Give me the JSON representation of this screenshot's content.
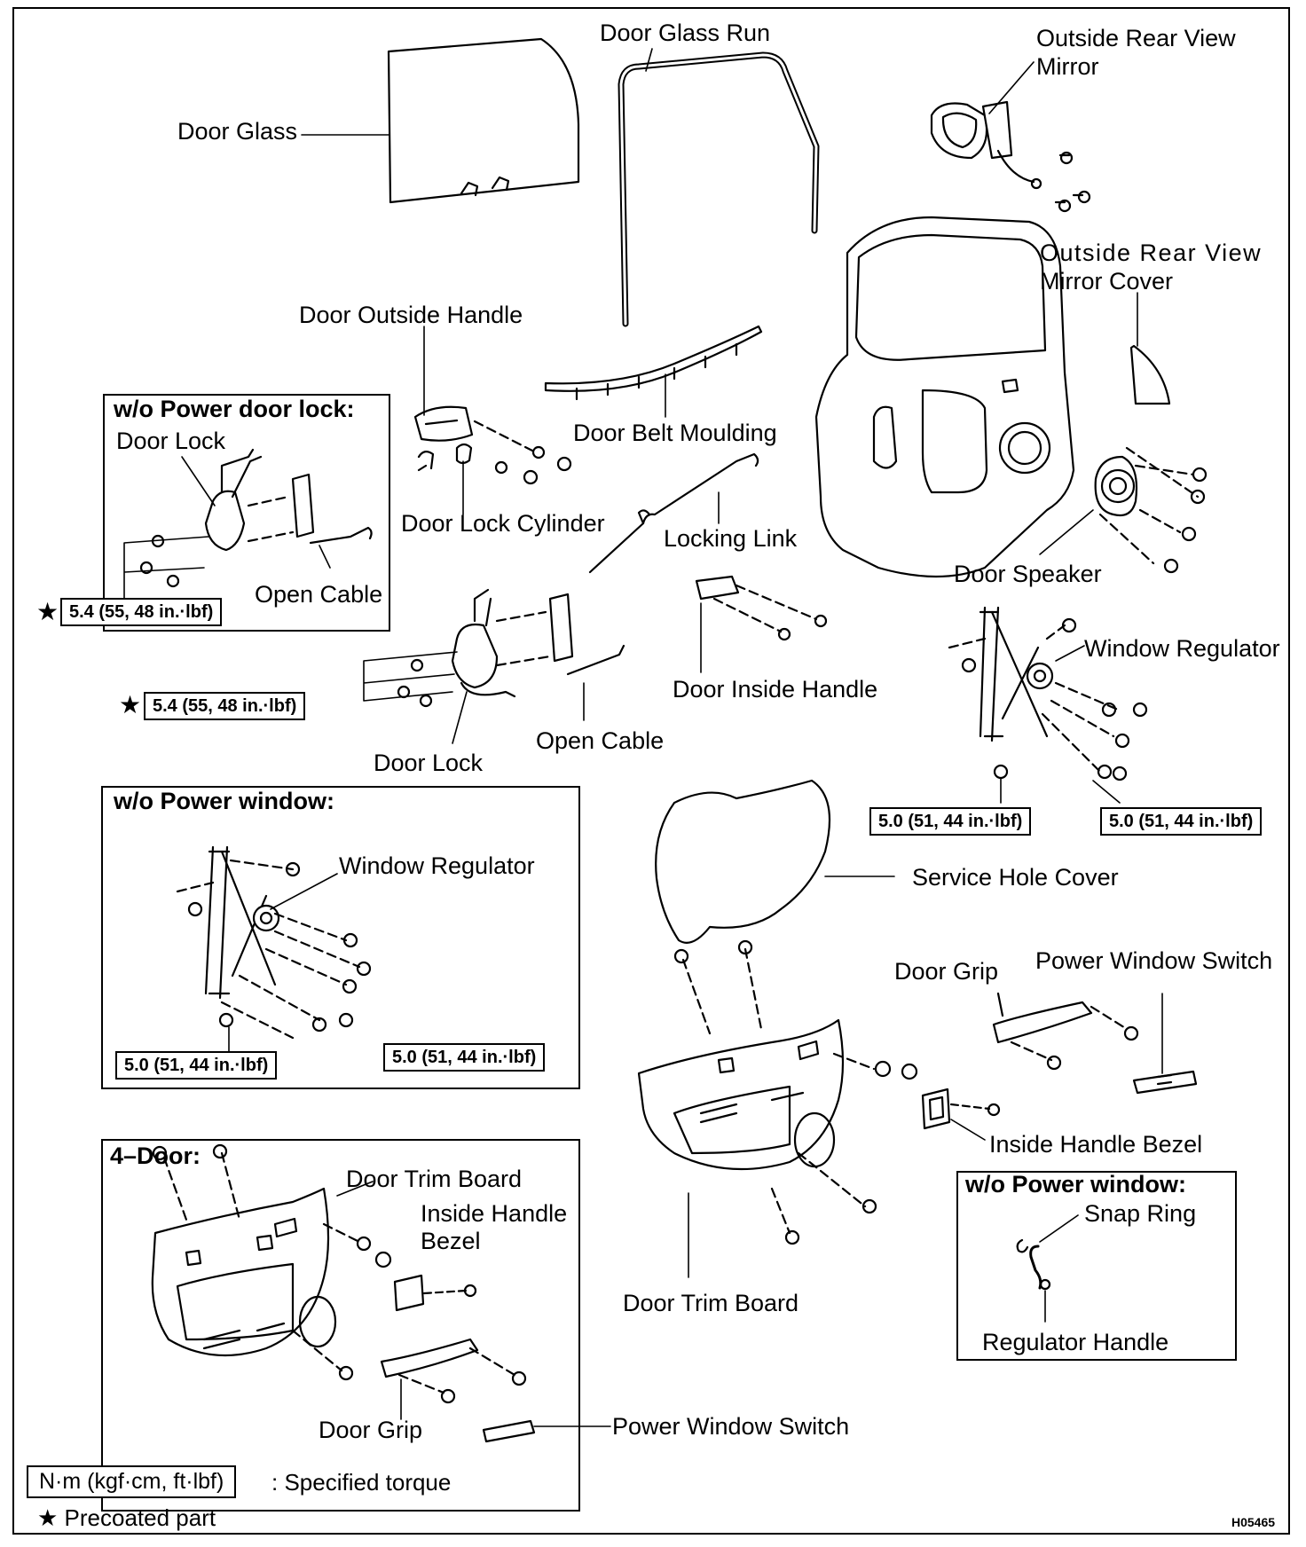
{
  "labels": {
    "door_glass": "Door Glass",
    "door_glass_run": "Door Glass Run",
    "outside_mirror_l1": "Outside Rear View",
    "outside_mirror_l2": "Mirror",
    "mirror_cover_l1": "Outside Rear View",
    "mirror_cover_l2": "Mirror Cover",
    "door_outside_handle": "Door Outside Handle",
    "door_belt_moulding": "Door Belt Moulding",
    "door_lock_cylinder": "Door Lock Cylinder",
    "locking_link": "Locking Link",
    "door_speaker": "Door Speaker",
    "window_regulator": "Window Regulator",
    "door_inside_handle": "Door Inside Handle",
    "open_cable": "Open Cable",
    "door_lock": "Door Lock",
    "service_hole_cover": "Service Hole Cover",
    "door_grip": "Door Grip",
    "power_window_switch": "Power Window Switch",
    "inside_handle_bezel": "Inside Handle Bezel",
    "door_trim_board": "Door Trim Board"
  },
  "box_power_door_lock": {
    "title": "w/o Power door lock:",
    "door_lock": "Door Lock",
    "open_cable": "Open Cable"
  },
  "box_power_window": {
    "title": "w/o Power window:",
    "window_regulator": "Window Regulator"
  },
  "box_four_door": {
    "title": "4–Door:",
    "door_trim_board": "Door Trim Board",
    "inside_handle_bezel_l1": "Inside Handle",
    "inside_handle_bezel_l2": "Bezel",
    "door_grip": "Door Grip",
    "power_window_switch": "Power Window Switch"
  },
  "box_snap_ring": {
    "title": "w/o Power window:",
    "snap_ring": "Snap Ring",
    "regulator_handle": "Regulator Handle"
  },
  "torques": {
    "lock_small": "5.4 (55, 48 in.·lbf)",
    "lock_main": "5.4 (55, 48 in.·lbf)",
    "reg_left": "5.0 (51, 44 in.·lbf)",
    "reg_right": "5.0 (51, 44 in.·lbf)",
    "box_reg_left": "5.0 (51, 44 in.·lbf)",
    "box_reg_right": "5.0 (51, 44 in.·lbf)"
  },
  "legend": {
    "torque_units": "N·m (kgf·cm, ft·lbf)",
    "torque_desc": ": Specified torque",
    "star": "★",
    "precoated": "★ Precoated part"
  },
  "figure_code": "H05465"
}
